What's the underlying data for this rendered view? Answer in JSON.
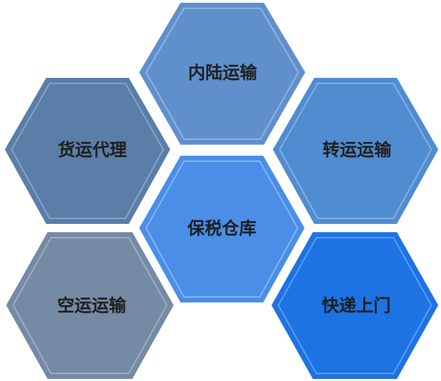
{
  "diagram": {
    "hexagons": [
      {
        "id": "inland",
        "label": "内陆运输",
        "fill": "#6090cc",
        "inner_stroke": "#8fb3de"
      },
      {
        "id": "freight",
        "label": "货运代理",
        "fill": "#5a7ea8",
        "inner_stroke": "#86a4c6"
      },
      {
        "id": "transfer",
        "label": "转运运输",
        "fill": "#4f8cd0",
        "inner_stroke": "#84b0e2"
      },
      {
        "id": "bonded",
        "label": "保税仓库",
        "fill": "#4a8ee8",
        "inner_stroke": "#86b5f0"
      },
      {
        "id": "air",
        "label": "空运运输",
        "fill": "#758aa4",
        "inner_stroke": "#9eaec2"
      },
      {
        "id": "express",
        "label": "快递上门",
        "fill": "#1d73e4",
        "inner_stroke": "#5f9df0"
      }
    ]
  }
}
